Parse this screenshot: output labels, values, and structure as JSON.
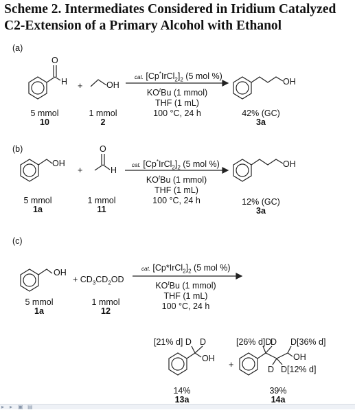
{
  "title": {
    "line1": "Scheme 2. Intermediates Considered in Iridium Catalyzed",
    "line2": "C2-Extension of a Primary Alcohol with Ethanol"
  },
  "panels": {
    "a": {
      "label": "(a)",
      "reactant1": {
        "atom_O": "O",
        "atom_H": "H",
        "amount": "5 mmol",
        "id": "10"
      },
      "plus": "+",
      "reactant2": {
        "atom_OH": "OH",
        "amount": "1 mmol",
        "id": "2"
      },
      "product": {
        "atom_OH": "OH",
        "yield": "42% (GC)",
        "id": "3a"
      }
    },
    "b": {
      "label": "(b)",
      "reactant1": {
        "atom_OH": "OH",
        "amount": "5 mmol",
        "id": "1a"
      },
      "plus": "+",
      "reactant2": {
        "atom_O": "O",
        "atom_H": "H",
        "amount": "1 mmol",
        "id": "11"
      },
      "product": {
        "atom_OH": "OH",
        "yield": "12% (GC)",
        "id": "3a"
      }
    },
    "c": {
      "label": "(c)",
      "reactant1": {
        "atom_OH": "OH",
        "amount": "5 mmol",
        "id": "1a"
      },
      "plus_reagent": "+ CD",
      "reagent_sub1": "3",
      "reagent_mid": "CD",
      "reagent_sub2": "2",
      "reagent_end": "OD",
      "reactant2": {
        "amount": "1 mmol",
        "id": "12"
      },
      "product1": {
        "label_pct": "[21% d]",
        "atom_D1": "D",
        "atom_D2": "D",
        "atom_OH": "OH",
        "yield": "14%",
        "id": "13a"
      },
      "plus2": "+",
      "product2": {
        "label_pct1": "[26% d]",
        "atom_D1": "D",
        "atom_D2": "D",
        "atom_D3": "D",
        "label_pct2": "[36% d]",
        "atom_D4": "D",
        "atom_D5": "D",
        "label_pct3": "[12% d]",
        "atom_OH": "OH",
        "yield": "39%",
        "id": "14a"
      }
    }
  },
  "conditions": {
    "cat_prefix": "cat.",
    "catalyst_pre": "[Cp",
    "catalyst_star": "*",
    "catalyst_mid": "IrCl",
    "catalyst_sub1": "2",
    "catalyst_close": "]",
    "catalyst_sub2": "2",
    "catalyst_load": " (5 mol %)",
    "base_pre": "KO",
    "base_t": "t",
    "base_post": "Bu (1 mmol)",
    "solvent": "THF (1 mL)",
    "temp_time": "100 °C, 24 h"
  }
}
